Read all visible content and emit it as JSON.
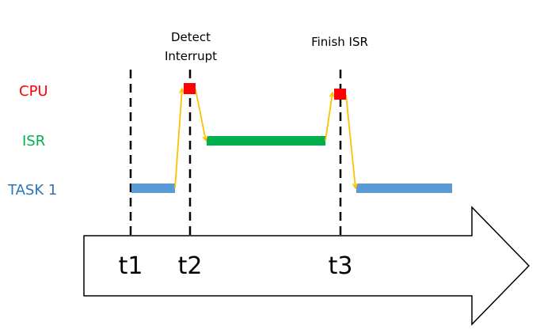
{
  "lanes": {
    "cpu": {
      "label": "CPU",
      "color": "#ff0000"
    },
    "isr": {
      "label": "ISR",
      "color": "#00b050"
    },
    "task1": {
      "label": "TASK 1",
      "color": "#2e75b6"
    }
  },
  "annotations": {
    "detect_line1": "Detect",
    "detect_line2": "Interrupt",
    "finish": "Finish ISR"
  },
  "time_markers": [
    "t1",
    "t2",
    "t3"
  ],
  "colors": {
    "task_bar": "#5b9bd5",
    "isr_bar": "#00b050",
    "cpu_marker": "#ff0000",
    "transition_arrow": "#ffc000",
    "timeline_arrow_stroke": "#000000"
  }
}
